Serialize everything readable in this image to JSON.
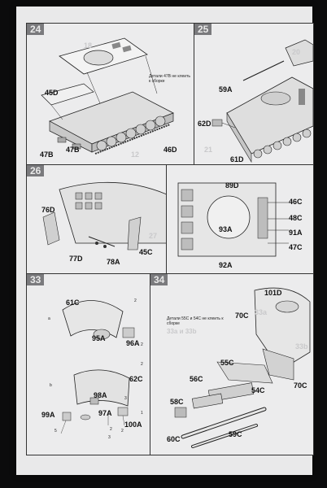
{
  "panels": {
    "p24": {
      "number": "24",
      "note": "Детали 47B не клеить к сборке",
      "labels": [
        "45D",
        "47B",
        "47B",
        "46D"
      ],
      "ghost": [
        "18",
        "12"
      ]
    },
    "p25": {
      "number": "25",
      "labels": [
        "59A",
        "62D",
        "61D"
      ],
      "ghost": [
        "20",
        "21"
      ]
    },
    "p26": {
      "number": "26",
      "labels": [
        "76D",
        "77D",
        "78A",
        "45C"
      ],
      "ghost": [
        "27"
      ]
    },
    "p27": {
      "labels": [
        "89D",
        "93A",
        "46C",
        "48C",
        "91A",
        "47C",
        "92A"
      ]
    },
    "p33": {
      "number": "33",
      "labels": [
        "61C",
        "95A",
        "96A",
        "62C",
        "98A",
        "97A",
        "99A",
        "100A"
      ],
      "small": [
        "2",
        "a",
        "2",
        "2",
        "b",
        "3",
        "1",
        "2",
        "2",
        "3",
        "5"
      ]
    },
    "p34": {
      "number": "34",
      "note": "Детали 55C и 54C не клеить к сборке",
      "ghost_refs": "33a и 33b",
      "labels": [
        "101D",
        "70C",
        "55C",
        "56C",
        "54C",
        "58C",
        "59C",
        "60C",
        "70C"
      ],
      "ghost": [
        "33a",
        "33b"
      ]
    }
  }
}
